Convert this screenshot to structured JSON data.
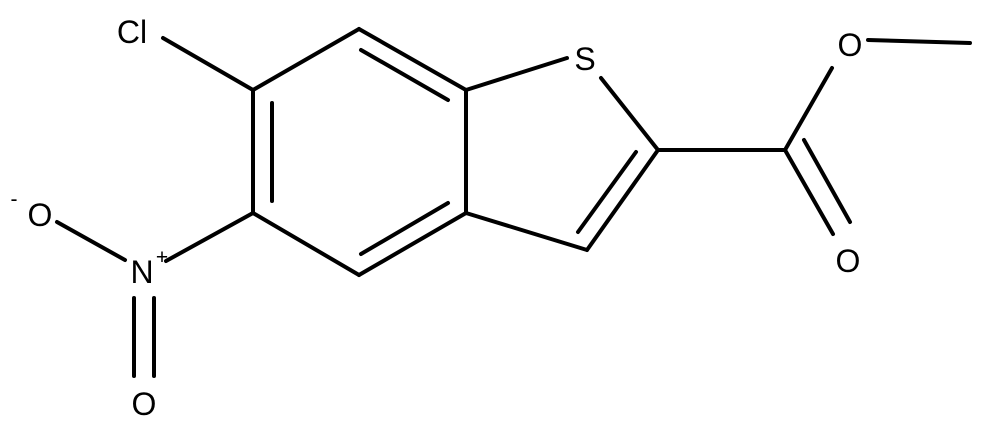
{
  "molecule": {
    "atoms": {
      "chlorine": "Cl",
      "sulfur": "S",
      "ester_oxygen": "O",
      "carbonyl_oxygen": "O",
      "nitro_nitrogen": "N",
      "nitro_oxygen_upper": "O",
      "nitro_oxygen_lower": "O"
    },
    "charges": {
      "nitrogen_plus": "+",
      "oxygen_minus": "-"
    }
  }
}
